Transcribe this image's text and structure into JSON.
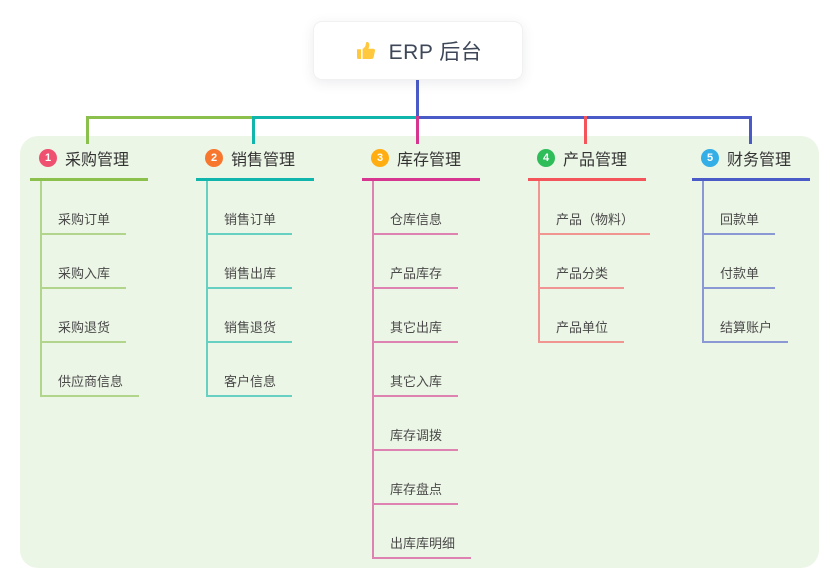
{
  "root": {
    "label": "ERP 后台",
    "icon": "thumbs-up-icon",
    "icon_color": "#FFC83D"
  },
  "panel_color": "#ECF6E6",
  "stem_color": "#4A5BC8",
  "connector_segments": [
    {
      "name": "root-stem",
      "color": "#4A5BC8"
    },
    {
      "name": "trunk-left-green",
      "color": "#8BC04C"
    },
    {
      "name": "trunk-mid-teal",
      "color": "#10B6AC"
    },
    {
      "name": "trunk-right-blue",
      "color": "#4A5BC8"
    },
    {
      "name": "drop-1",
      "color": "#8BC04C"
    },
    {
      "name": "drop-2",
      "color": "#10B6AC"
    },
    {
      "name": "drop-3",
      "color": "#D6368F"
    },
    {
      "name": "drop-4",
      "color": "#F4555A"
    },
    {
      "name": "drop-5",
      "color": "#4A5BC8"
    }
  ],
  "branches": [
    {
      "num": "1",
      "name": "采购管理",
      "line_color": "#8BC04C",
      "badge_color": "#EF5070",
      "children": [
        "采购订单",
        "采购入库",
        "采购退货",
        "供应商信息"
      ]
    },
    {
      "num": "2",
      "name": "销售管理",
      "line_color": "#10B6AC",
      "badge_color": "#F8772F",
      "children": [
        "销售订单",
        "销售出库",
        "销售退货",
        "客户信息"
      ]
    },
    {
      "num": "3",
      "name": "库存管理",
      "line_color": "#D6368F",
      "badge_color": "#FFAD11",
      "children": [
        "仓库信息",
        "产品库存",
        "其它出库",
        "其它入库",
        "库存调拨",
        "库存盘点",
        "出库库明细"
      ]
    },
    {
      "num": "4",
      "name": "产品管理",
      "line_color": "#F4555A",
      "badge_color": "#2EBD59",
      "children": [
        "产品（物料）",
        "产品分类",
        "产品单位"
      ]
    },
    {
      "num": "5",
      "name": "财务管理",
      "line_color": "#4A5BC8",
      "badge_color": "#33AEE6",
      "children": [
        "回款单",
        "付款单",
        "结算账户"
      ]
    }
  ]
}
